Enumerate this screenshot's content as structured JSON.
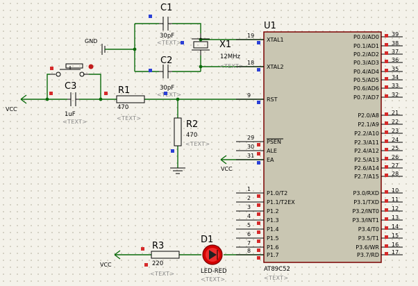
{
  "chip": {
    "ref": "U1",
    "part": "AT89C52",
    "text_placeholder": "<TEXT>",
    "left_pins": [
      {
        "num": "19",
        "name": "XTAL1"
      },
      {
        "num": "18",
        "name": "XTAL2"
      },
      {
        "num": "9",
        "name": "RST"
      },
      {
        "num": "29",
        "name": "PSEN"
      },
      {
        "num": "30",
        "name": "ALE"
      },
      {
        "num": "31",
        "name": "EA"
      },
      {
        "num": "1",
        "name": "P1.0/T2"
      },
      {
        "num": "2",
        "name": "P1.1/T2EX"
      },
      {
        "num": "3",
        "name": "P1.2"
      },
      {
        "num": "4",
        "name": "P1.3"
      },
      {
        "num": "5",
        "name": "P1.4"
      },
      {
        "num": "6",
        "name": "P1.5"
      },
      {
        "num": "7",
        "name": "P1.6"
      },
      {
        "num": "8",
        "name": "P1.7"
      }
    ],
    "right_pins": [
      {
        "num": "39",
        "name": "P0.0/AD0"
      },
      {
        "num": "38",
        "name": "P0.1/AD1"
      },
      {
        "num": "37",
        "name": "P0.2/AD2"
      },
      {
        "num": "36",
        "name": "P0.3/AD3"
      },
      {
        "num": "35",
        "name": "P0.4/AD4"
      },
      {
        "num": "34",
        "name": "P0.5/AD5"
      },
      {
        "num": "33",
        "name": "P0.6/AD6"
      },
      {
        "num": "32",
        "name": "P0.7/AD7"
      },
      {
        "num": "21",
        "name": "P2.0/A8"
      },
      {
        "num": "22",
        "name": "P2.1/A9"
      },
      {
        "num": "23",
        "name": "P2.2/A10"
      },
      {
        "num": "24",
        "name": "P2.3/A11"
      },
      {
        "num": "25",
        "name": "P2.4/A12"
      },
      {
        "num": "26",
        "name": "P2.5/A13"
      },
      {
        "num": "27",
        "name": "P2.6/A14"
      },
      {
        "num": "28",
        "name": "P2.7/A15"
      },
      {
        "num": "10",
        "name": "P3.0/RXD"
      },
      {
        "num": "11",
        "name": "P3.1/TXD"
      },
      {
        "num": "12",
        "name": "P3.2/INT0"
      },
      {
        "num": "13",
        "name": "P3.3/INT1"
      },
      {
        "num": "14",
        "name": "P3.4/T0"
      },
      {
        "num": "15",
        "name": "P3.5/T1"
      },
      {
        "num": "16",
        "name": "P3.6/WR"
      },
      {
        "num": "17",
        "name": "P3.7/RD"
      }
    ]
  },
  "components": {
    "c1": {
      "ref": "C1",
      "value": "30pF",
      "text": "<TEXT>"
    },
    "c2": {
      "ref": "C2",
      "value": "30pF",
      "text": "<TEXT>"
    },
    "x1": {
      "ref": "X1",
      "value": "12MHz",
      "text": "<TEXT>"
    },
    "c3": {
      "ref": "C3",
      "value": "1uF",
      "text": "<TEXT>"
    },
    "r1": {
      "ref": "R1",
      "value": "470",
      "text": "<TEXT>"
    },
    "r2": {
      "ref": "R2",
      "value": "470",
      "text": "<TEXT>"
    },
    "r3": {
      "ref": "R3",
      "value": "220",
      "text": "<TEXT>"
    },
    "d1": {
      "ref": "D1",
      "value": "LED-RED",
      "text": "<TEXT>"
    }
  },
  "nets": {
    "gnd": "GND",
    "vcc_reset": "VCC",
    "vcc_ea": "VCC",
    "vcc_led": "VCC"
  },
  "colors": {
    "wire": "#0a6a0a",
    "chip_fill": "#c9c6b2",
    "chip_border": "#7a0000",
    "led": "#d40000",
    "marker_blue": "#2a3fd6",
    "marker_red": "#d62a2a"
  }
}
